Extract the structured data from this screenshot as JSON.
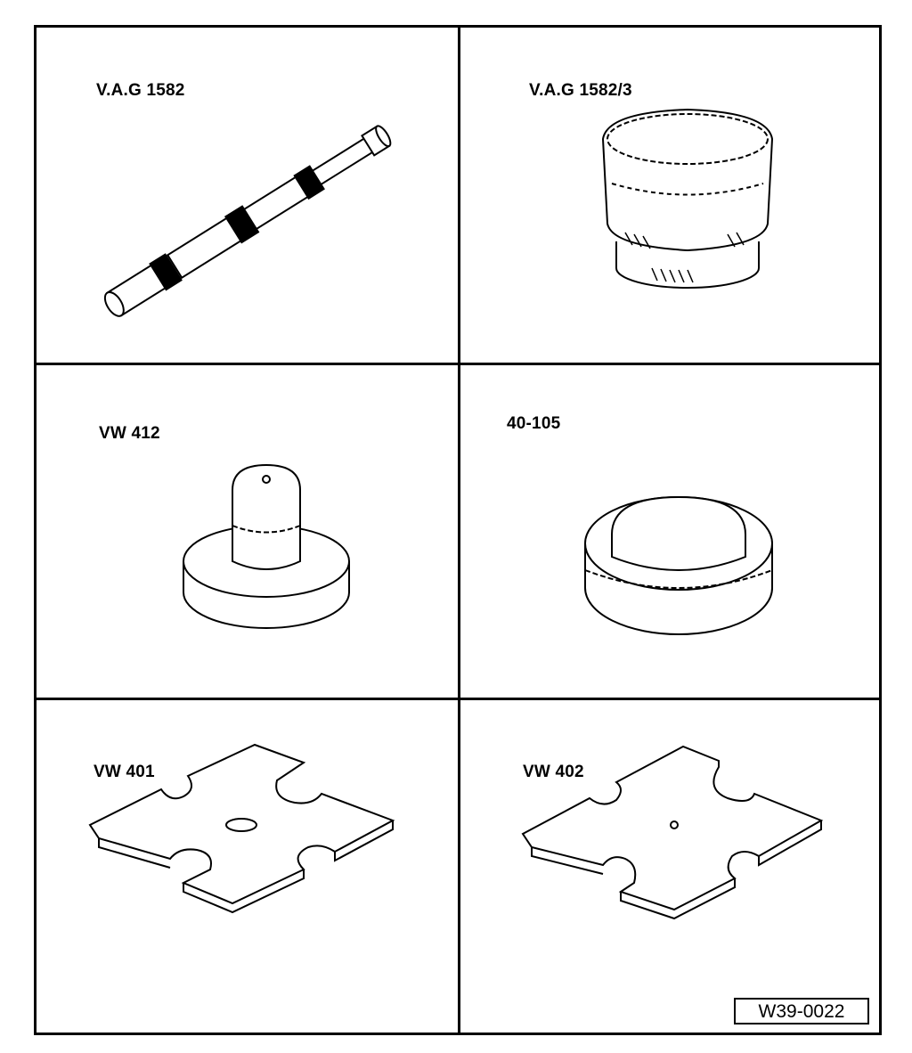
{
  "tools": [
    {
      "id": "vag1582",
      "label": "V.A.G 1582"
    },
    {
      "id": "vag1582-3",
      "label": "V.A.G 1582/3"
    },
    {
      "id": "vw412",
      "label": "VW  412"
    },
    {
      "id": "t40-105",
      "label": "40-105"
    },
    {
      "id": "vw401",
      "label": "VW 401"
    },
    {
      "id": "vw402",
      "label": "VW 402"
    }
  ],
  "figure_code": "W39-0022"
}
